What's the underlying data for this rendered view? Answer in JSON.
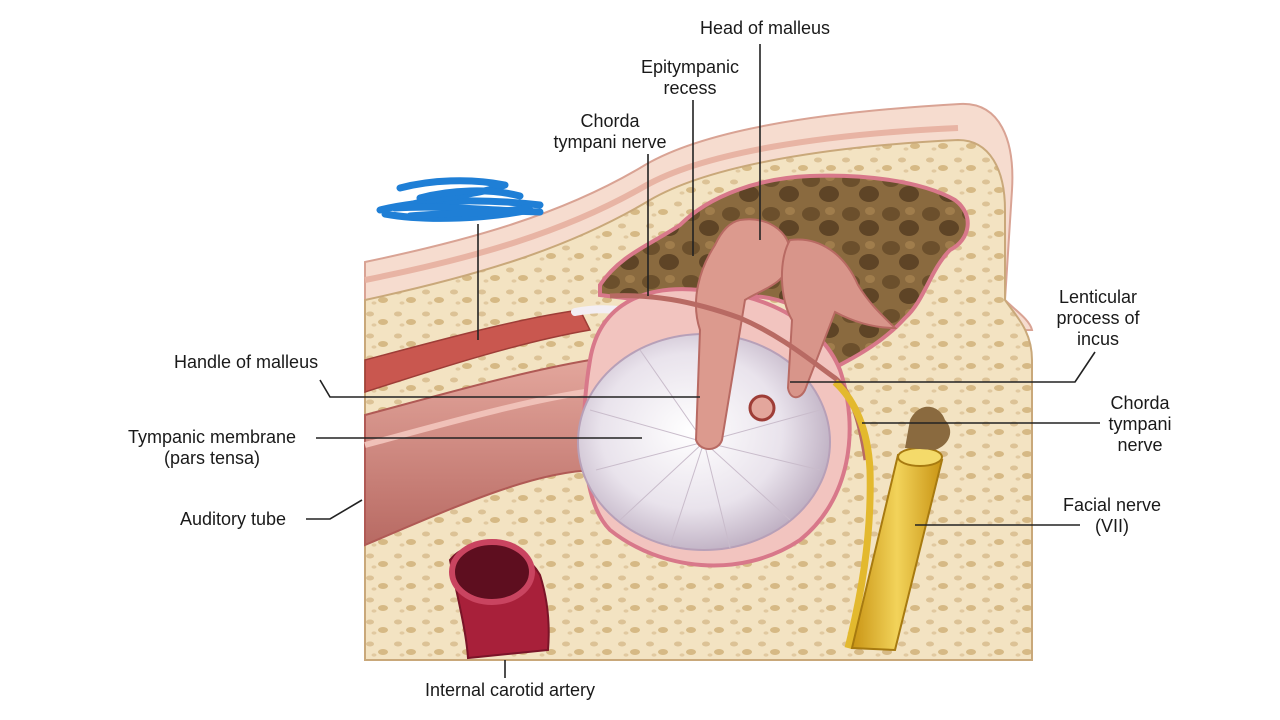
{
  "labels": {
    "head_of_malleus": "Head of malleus",
    "epitympanic_recess": [
      "Epitympanic",
      "recess"
    ],
    "chorda_tympani_top": [
      "Chorda",
      "tympani nerve"
    ],
    "lenticular_process": [
      "Lenticular",
      "process of",
      "incus"
    ],
    "chorda_tympani_right": [
      "Chorda",
      "tympani",
      "nerve"
    ],
    "facial_nerve": [
      "Facial nerve",
      "(VII)"
    ],
    "handle_of_malleus": "Handle of malleus",
    "tympanic_membrane": [
      "Tympanic membrane",
      "(pars tensa)"
    ],
    "auditory_tube": "Auditory tube",
    "internal_carotid_artery": "Internal carotid artery"
  },
  "colors": {
    "bone": "#f3e3c2",
    "bone_spot": "#d9bf94",
    "membrane": "#ece7ee",
    "tissue": "#d98f86",
    "muscle": "#c9574f",
    "nerve": "#e3b92e",
    "artery": "#a8203a",
    "scribble": "#1f7fd6",
    "leader": "#222222"
  },
  "annotations": {
    "scribble": "redaction-scribble"
  }
}
